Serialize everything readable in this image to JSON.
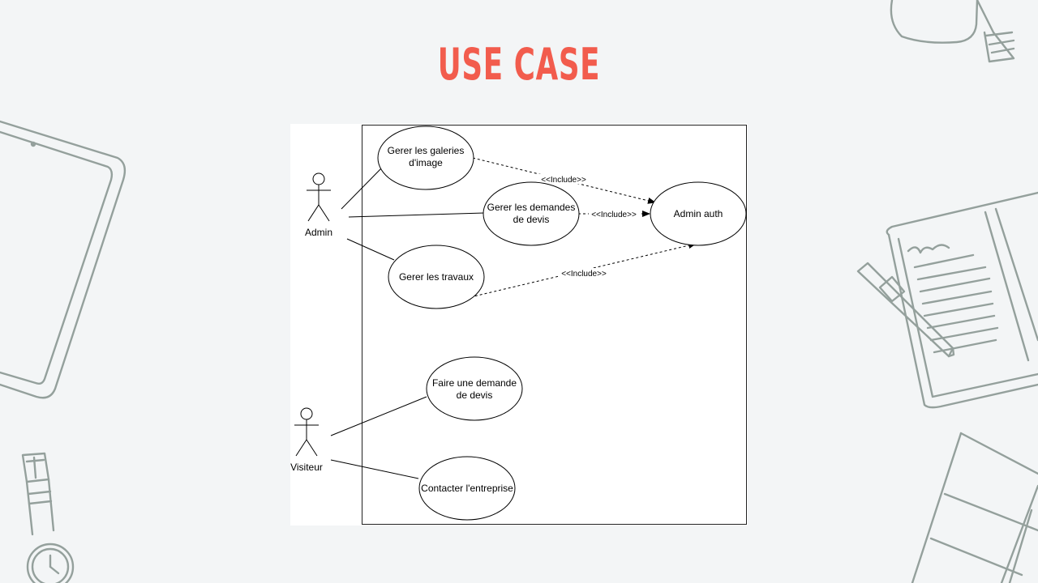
{
  "slide": {
    "title": "USE CASE"
  },
  "diagram": {
    "actors": [
      {
        "id": "admin",
        "label": "Admin"
      },
      {
        "id": "visiteur",
        "label": "Visiteur"
      }
    ],
    "use_cases": [
      {
        "id": "galeries",
        "lines": [
          "Gerer les galeries",
          "d'image"
        ]
      },
      {
        "id": "demandes",
        "lines": [
          "Gerer les demandes",
          "de devis"
        ]
      },
      {
        "id": "travaux",
        "lines": [
          "Gerer les travaux"
        ]
      },
      {
        "id": "auth",
        "lines": [
          "Admin auth"
        ]
      },
      {
        "id": "faire-demande",
        "lines": [
          "Faire une demande",
          "de devis"
        ]
      },
      {
        "id": "contacter",
        "lines": [
          "Contacter l'entreprise"
        ]
      }
    ],
    "associations": [
      {
        "from": "admin",
        "to": "galeries"
      },
      {
        "from": "admin",
        "to": "demandes"
      },
      {
        "from": "admin",
        "to": "travaux"
      },
      {
        "from": "visiteur",
        "to": "faire-demande"
      },
      {
        "from": "visiteur",
        "to": "contacter"
      }
    ],
    "includes": [
      {
        "from": "galeries",
        "to": "auth",
        "label": "<<Include>>"
      },
      {
        "from": "demandes",
        "to": "auth",
        "label": "<<Include>>"
      },
      {
        "from": "travaux",
        "to": "auth",
        "label": "<<Include>>"
      }
    ]
  },
  "decorations": [
    "tablet-icon",
    "notebook-icon",
    "pen-icon",
    "watch-icon",
    "brush-icon",
    "book-icon"
  ]
}
